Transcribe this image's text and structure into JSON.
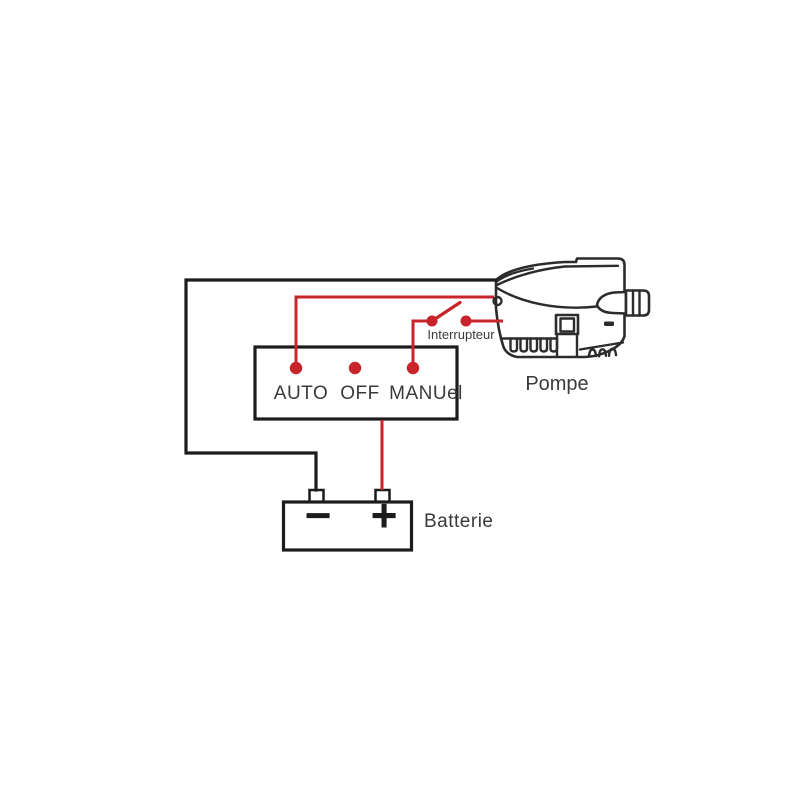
{
  "diagram": {
    "panel": {
      "auto_label": "AUTO",
      "off_label": "OFF",
      "manual_label": "MANUel"
    },
    "switch_label": "Interrupteur",
    "pump_label": "Pompe",
    "battery": {
      "label": "Batterie",
      "minus_symbol": "−",
      "plus_symbol": "+"
    },
    "colors": {
      "wire_red": "#c9232b",
      "wire_black": "#1c1c1c",
      "text": "#3a3a3a",
      "background": "#ffffff"
    }
  }
}
